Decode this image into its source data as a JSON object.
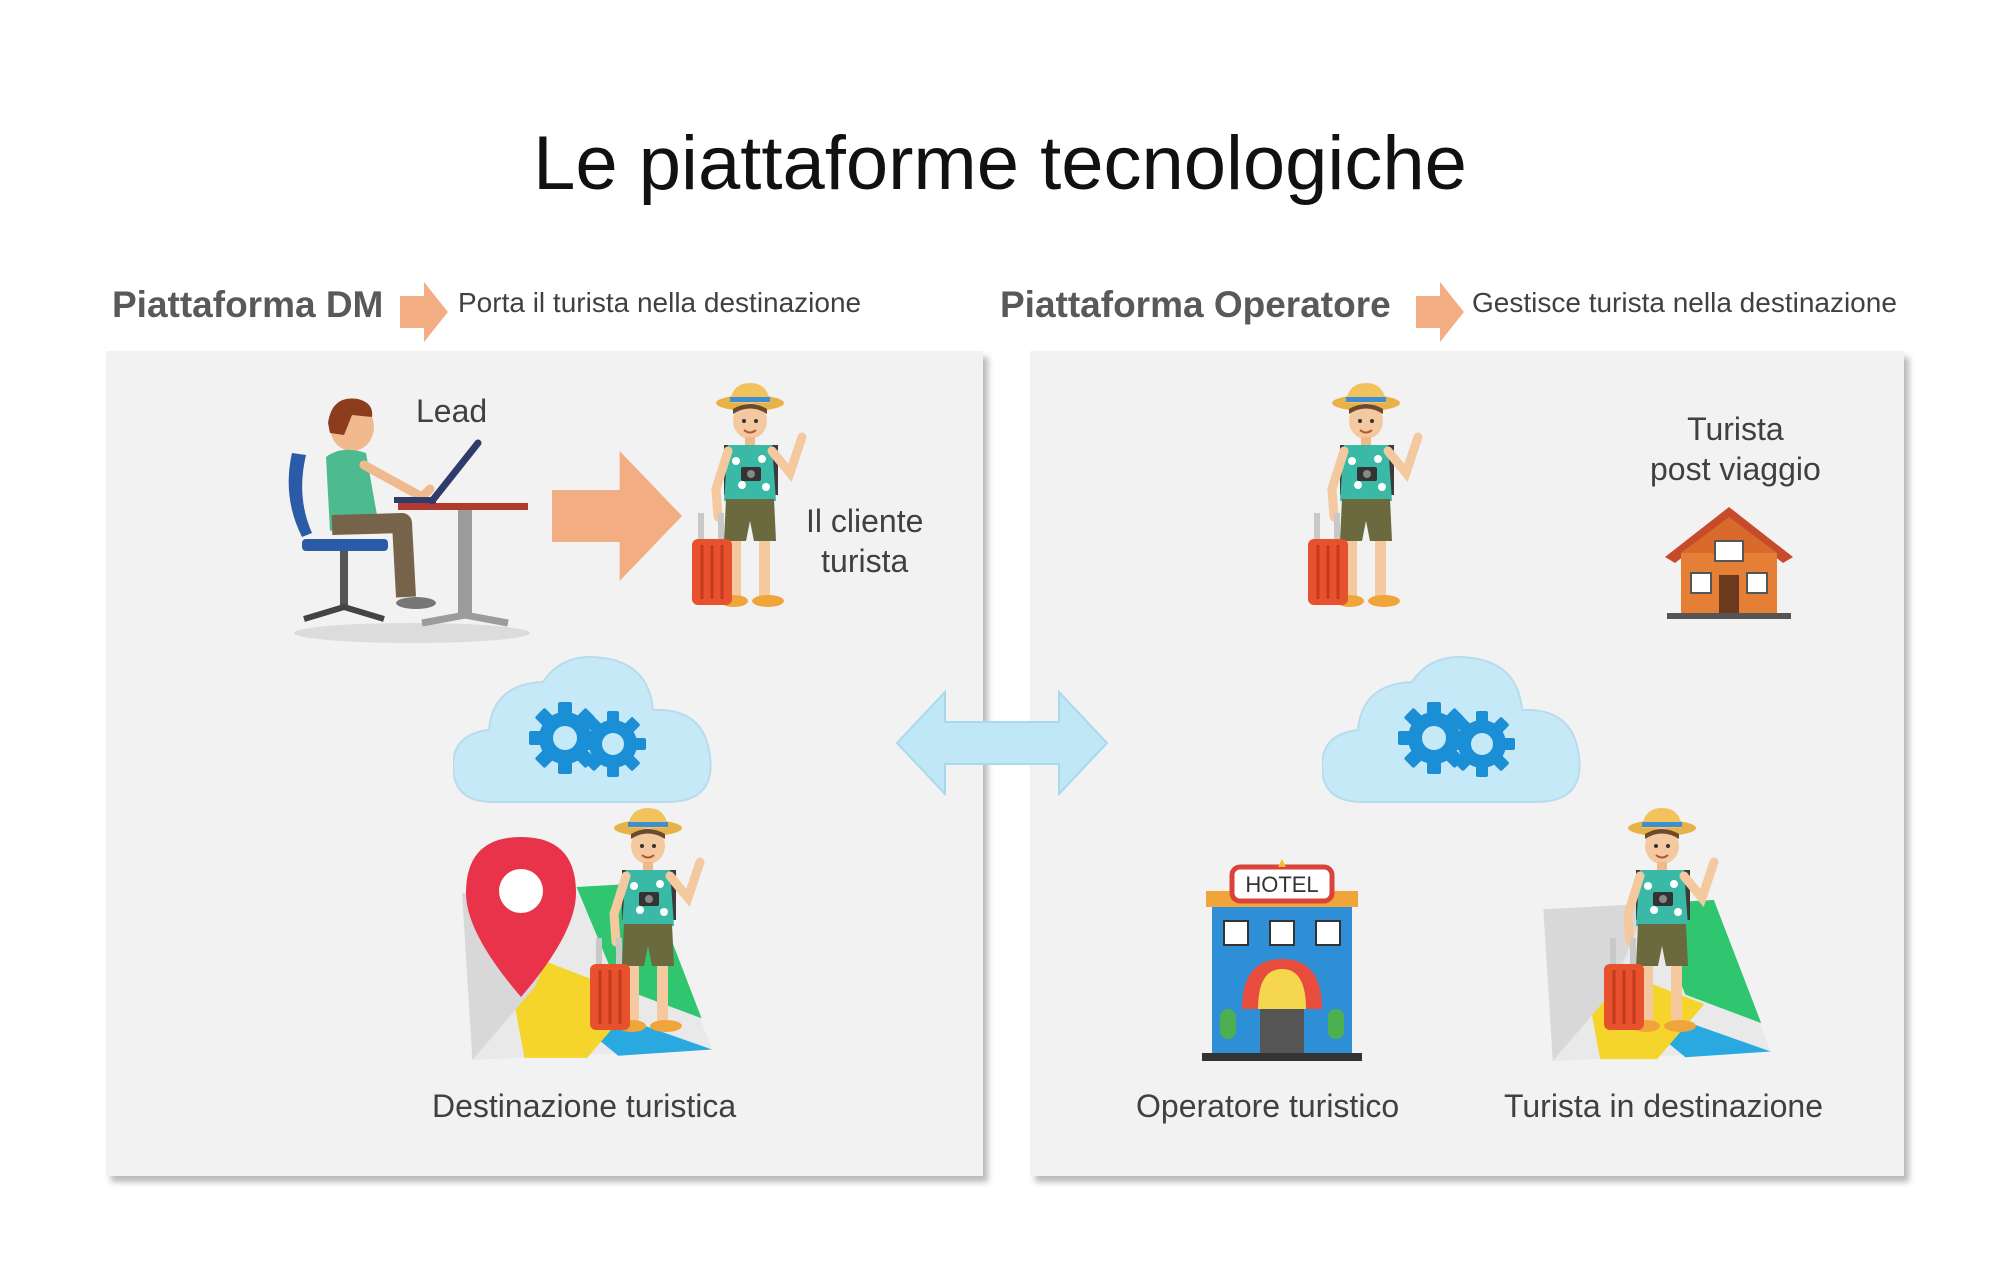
{
  "slide": {
    "title": "Le piattaforme tecnologiche"
  },
  "left": {
    "heading": "Piattaforma DM",
    "subheading": "Porta il turista nella destinazione",
    "lead_label": "Lead",
    "client_label_line1": "Il cliente",
    "client_label_line2": "turista",
    "destination_label": "Destinazione  turistica"
  },
  "right": {
    "heading": "Piattaforma Operatore",
    "subheading": "Gestisce turista nella destinazione",
    "post_trip_line1": "Turista",
    "post_trip_line2": "post viaggio",
    "operator_label": "Operatore  turistico",
    "in_destination_label": "Turista in destinazione",
    "hotel_sign": "HOTEL"
  },
  "colors": {
    "panel": "#f2f2f2",
    "orange_arrow": "#f3ad83",
    "cloud": "#c6e9f8",
    "gear": "#1b8fd6",
    "double_arrow": "#bfe7f6",
    "pin": "#e8334a"
  },
  "icons": [
    "person-at-laptop-icon",
    "tourist-icon",
    "cloud-gear-icon",
    "map-pin-icon",
    "house-icon",
    "hotel-icon",
    "map-icon",
    "double-arrow-icon"
  ]
}
